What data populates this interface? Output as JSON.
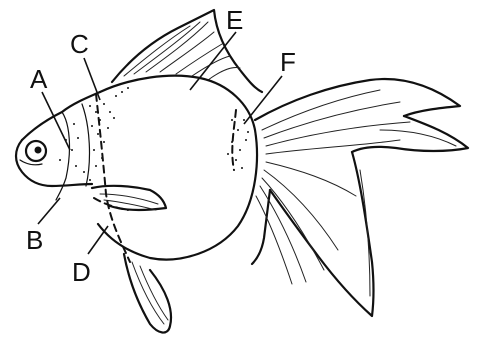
{
  "diagram": {
    "labels": [
      {
        "id": "A",
        "text": "A"
      },
      {
        "id": "B",
        "text": "B"
      },
      {
        "id": "C",
        "text": "C"
      },
      {
        "id": "D",
        "text": "D"
      },
      {
        "id": "E",
        "text": "E"
      },
      {
        "id": "F",
        "text": "F"
      }
    ]
  }
}
